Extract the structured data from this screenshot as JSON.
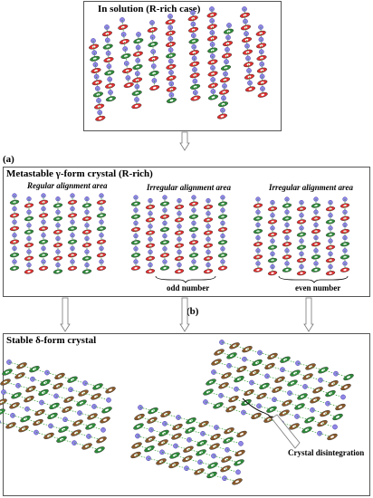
{
  "panel_solution": {
    "title": "In solution (R-rich case)"
  },
  "label_a": "(a)",
  "panel_gamma": {
    "title": "Metastable γ-form crystal (R-rich)",
    "areas": [
      "Regular alignment area",
      "Irregular alignment area",
      "Irregular alignment area"
    ],
    "counts": [
      "odd number",
      "even number"
    ]
  },
  "label_b": "(b)",
  "panel_delta": {
    "title": "Stable δ-form crystal",
    "annotation": "Crystal disintegration"
  },
  "colors": {
    "sphere": "#8f86e6",
    "red": "#e03030",
    "green": "#2e8b3a",
    "brown": "#8b5a2b",
    "dash": "#2a9a2a",
    "arrow": "#777777"
  }
}
